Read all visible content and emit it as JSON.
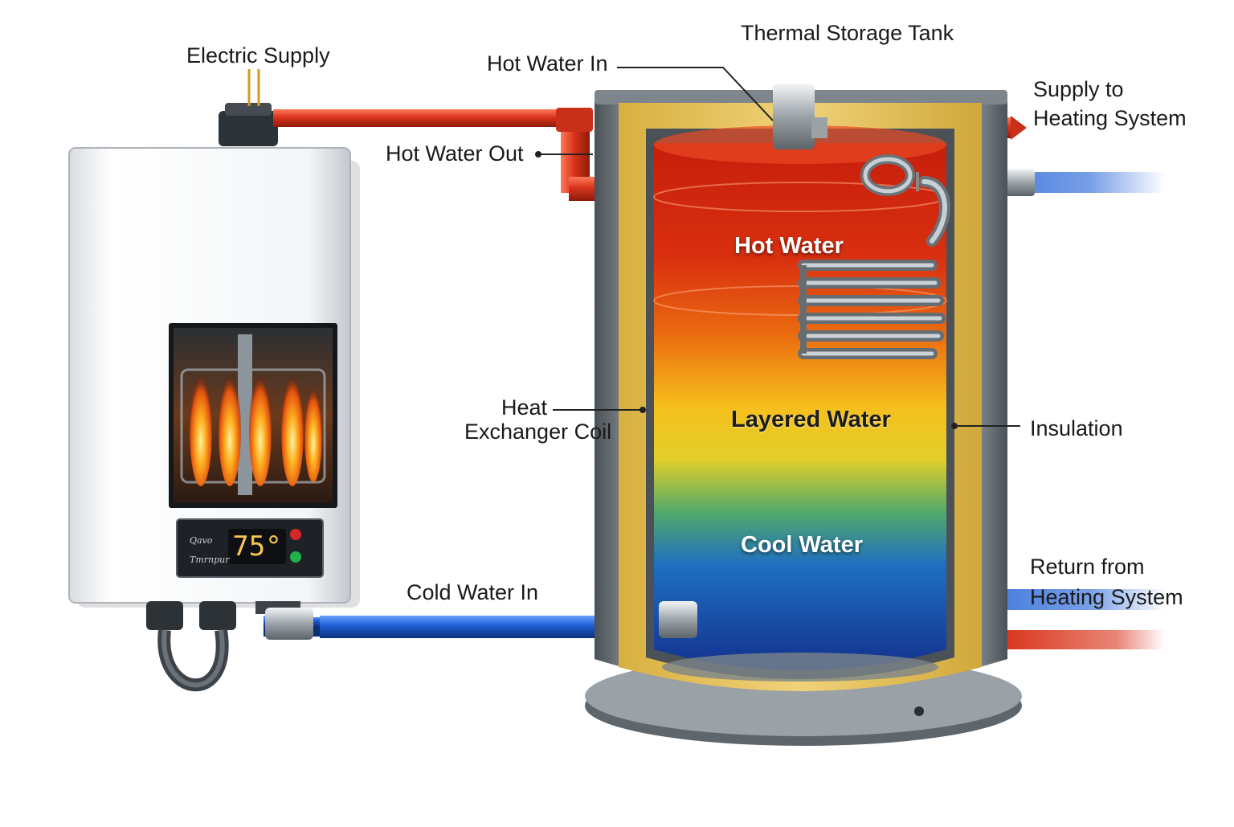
{
  "title": "Thermal Storage Tank",
  "labels": {
    "electric_supply": "Electric Supply",
    "hot_water_in": "Hot Water In",
    "hot_water_out": "Hot Water Out",
    "supply_to_heating": [
      "Supply to",
      "Heating System"
    ],
    "heat_exchanger_coil": [
      "Heat",
      "Exchanger Coil"
    ],
    "insulation": "Insulation",
    "cold_water_in": "Cold Water In",
    "return_from_heating": [
      "Return from",
      "Heating System"
    ]
  },
  "tank_zones": {
    "hot": "Hot Water",
    "layered": "Layered Water",
    "cool": "Cool Water"
  },
  "heater": {
    "display_temperature": "75°",
    "brand_text_top": "Qavo",
    "brand_text_bottom": "Tmrnpur",
    "indicators": [
      "red",
      "green"
    ]
  },
  "colors": {
    "hot_pipe": "#d9351c",
    "cold_pipe": "#1e5fd6",
    "insulation": "#e8c55a",
    "steel": "#6f767c",
    "hot_water": "#d92a12",
    "layered_water": "#f2c21c",
    "cool_water": "#1f4fb8"
  }
}
